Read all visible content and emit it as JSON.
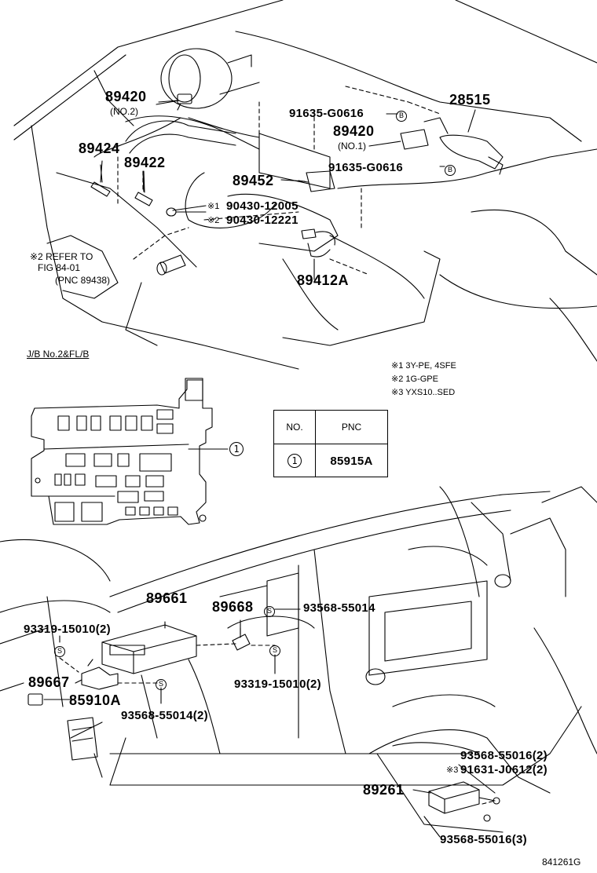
{
  "labels": {
    "p89420_a": "89420",
    "p89420_a_note": "(NO.2)",
    "p89424": "89424",
    "p89422": "89422",
    "p91635_a": "91635-G0616",
    "p89420_b": "89420",
    "p89420_b_note": "(NO.1)",
    "p28515": "28515",
    "p91635_b": "91635-G0616",
    "p89452": "89452",
    "p90430_1": "90430-12005",
    "p90430_2": "90430-12221",
    "note1_mark": "※1",
    "note2_mark": "※2",
    "refer_1": "※2 REFER TO",
    "refer_2": "FIG 84-01",
    "refer_3": "(PNC 89438)",
    "p89412A": "89412A",
    "jb": "J/B No.2&FL/B",
    "legend_1": "※1 3Y-PE, 4SFE",
    "legend_2": "※2 1G-GPE",
    "legend_3": "※3  YXS10..SED",
    "callout_1": "1",
    "p89661": "89661",
    "p89668": "89668",
    "p93568_a": "93568-55014",
    "p93319_a": "93319-15010(2)",
    "p89667": "89667",
    "p85910A": "85910A",
    "p93319_b": "93319-15010(2)",
    "p93568_b": "93568-55014(2)",
    "p93568_c": "93568-55016(2)",
    "p91631_mark": "※3",
    "p91631": "91631-J0612(2)",
    "p89261": "89261",
    "p93568_d": "93568-55016(3)",
    "fig_code": "841261G",
    "mark_b": "B",
    "mark_s": "S"
  },
  "table": {
    "header_no": "NO.",
    "header_pnc": "PNC",
    "row_no": "1",
    "row_pnc": "85915A"
  }
}
